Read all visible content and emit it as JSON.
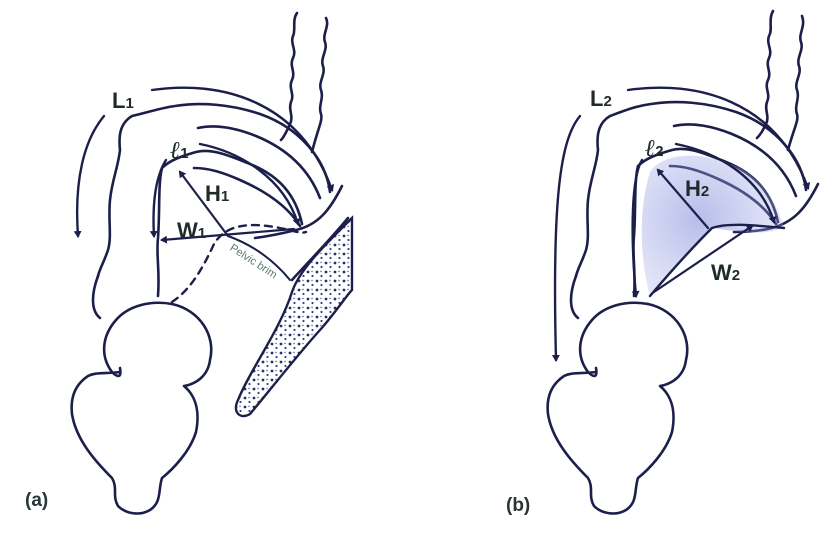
{
  "figure": {
    "panels": [
      {
        "id": "a",
        "panel_label": "(a)",
        "labels": {
          "outer_length": "L",
          "outer_length_sub": "1",
          "inner_length": "ℓ",
          "inner_length_sub": "1",
          "height": "H",
          "height_sub": "1",
          "width": "W",
          "width_sub": "1",
          "annotation": "Pelvic brim"
        }
      },
      {
        "id": "b",
        "panel_label": "(b)",
        "labels": {
          "outer_length": "L",
          "outer_length_sub": "2",
          "inner_length": "ℓ",
          "inner_length_sub": "2",
          "height": "H",
          "height_sub": "2",
          "width": "W",
          "width_sub": "2"
        }
      }
    ],
    "colors": {
      "line": "#1c1f4a",
      "shading": "#7b86d8",
      "bone_dots": "#2b2f66",
      "text": "#1f2a2a",
      "brim_text": "#5a7a72"
    }
  }
}
